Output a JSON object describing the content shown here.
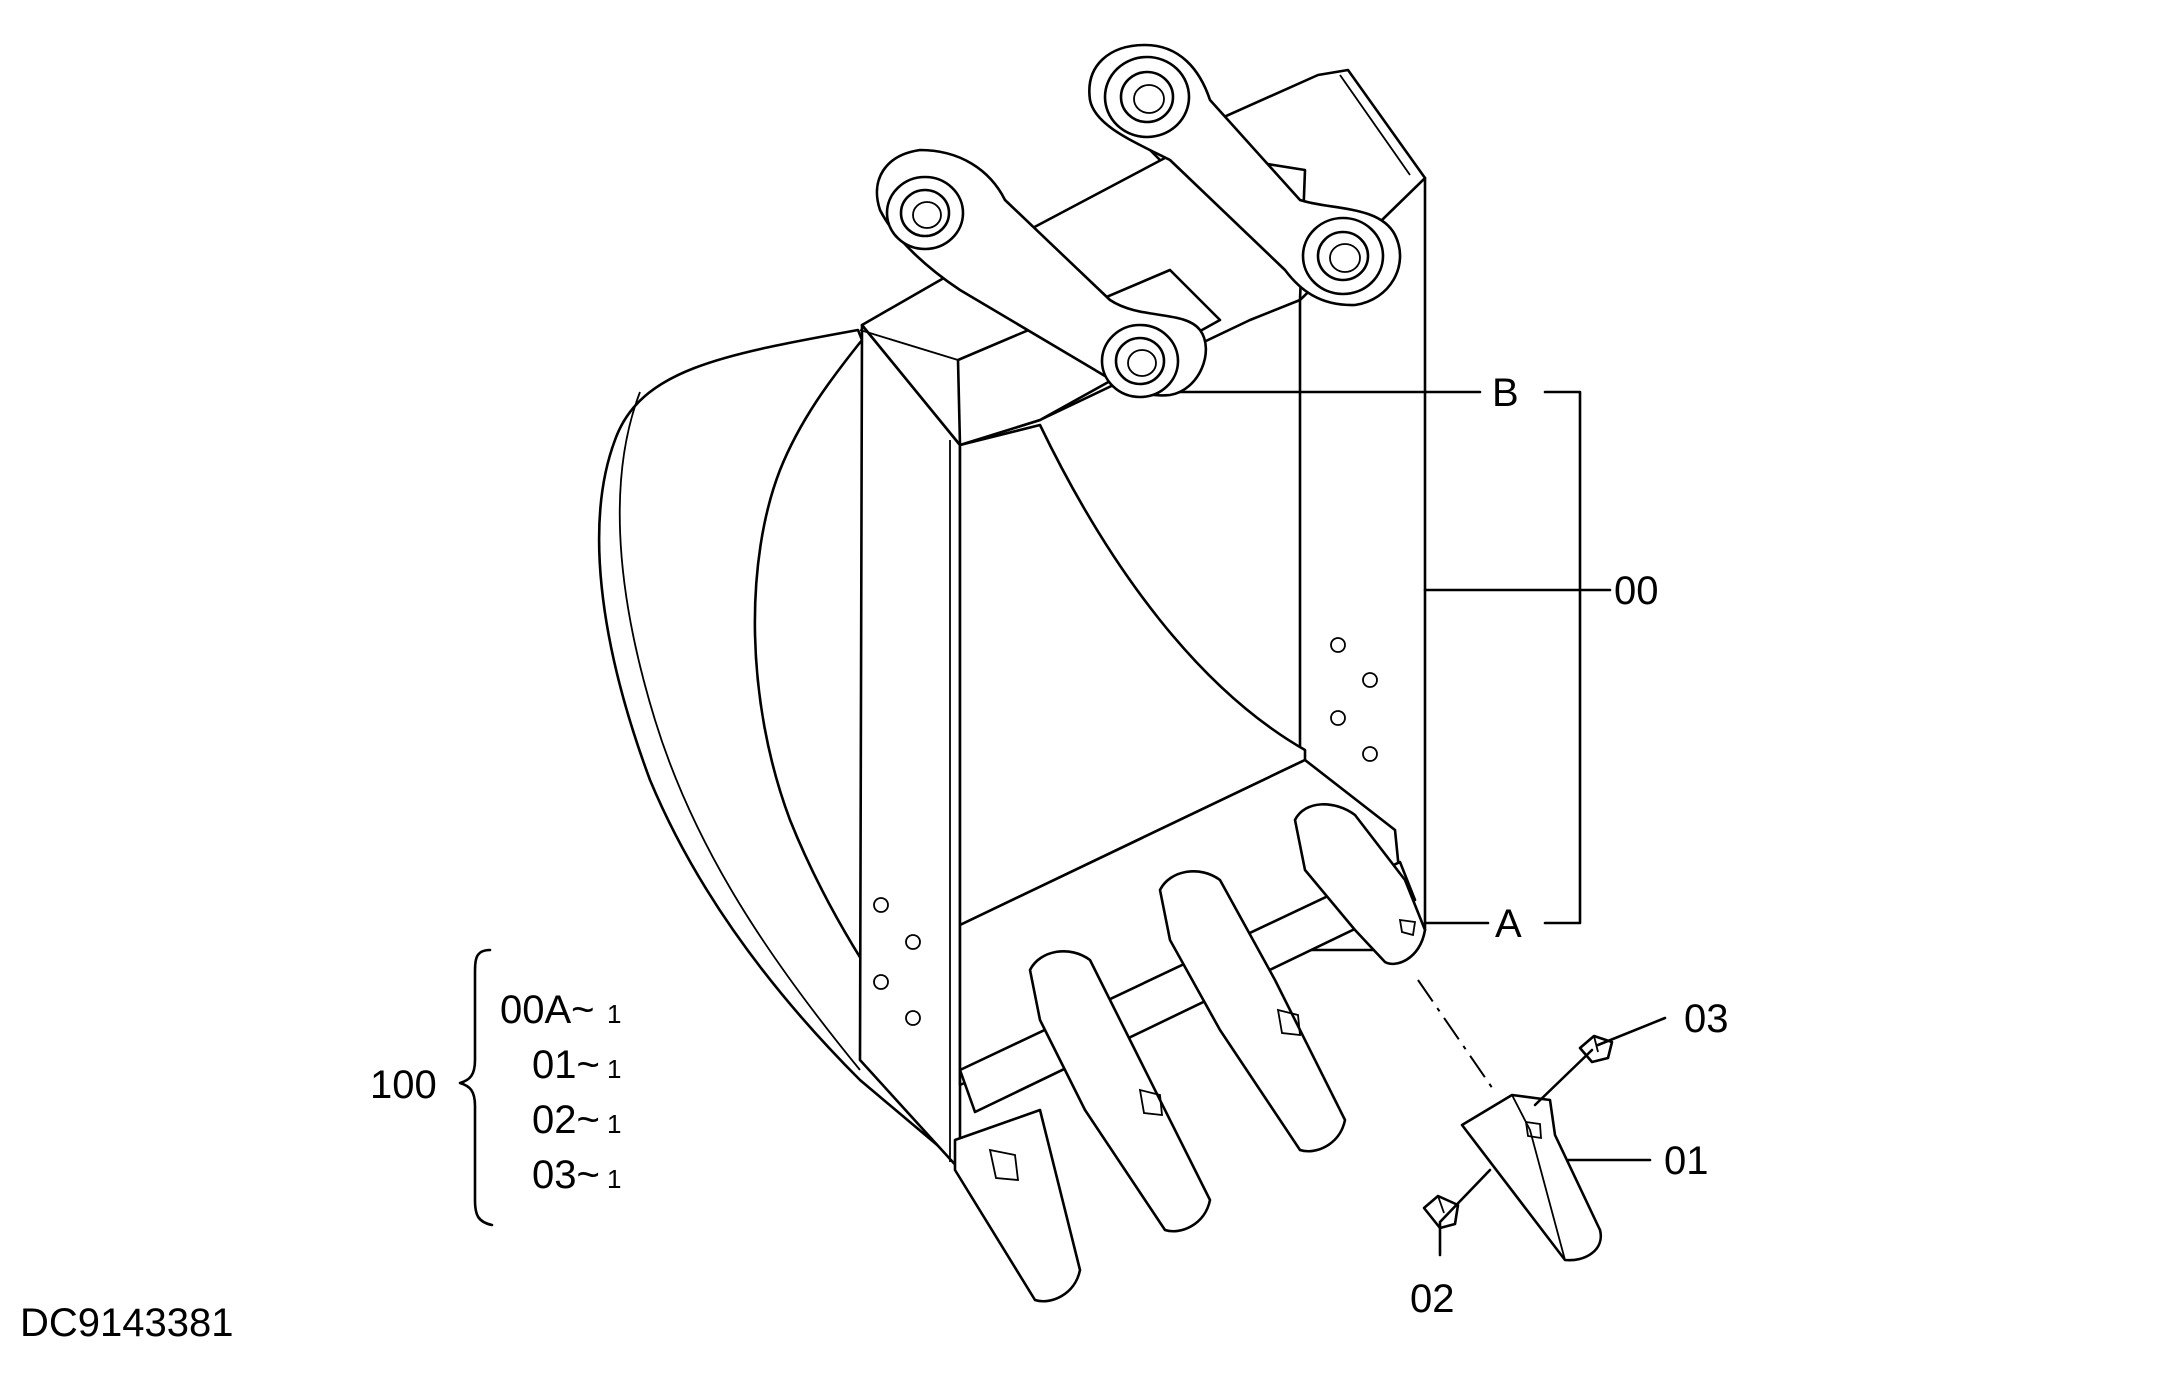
{
  "drawing_id": "DC9143381",
  "callouts": {
    "b": "B",
    "a": "A",
    "c00": "00",
    "c01": "01",
    "c02": "02",
    "c03": "03"
  },
  "assembly": {
    "number": "100",
    "items": [
      {
        "code": "00A~",
        "qty": "1"
      },
      {
        "code": "01~",
        "qty": "1"
      },
      {
        "code": "02~",
        "qty": "1"
      },
      {
        "code": "03~",
        "qty": "1"
      }
    ]
  },
  "colors": {
    "line": "#000000",
    "background": "#ffffff"
  }
}
